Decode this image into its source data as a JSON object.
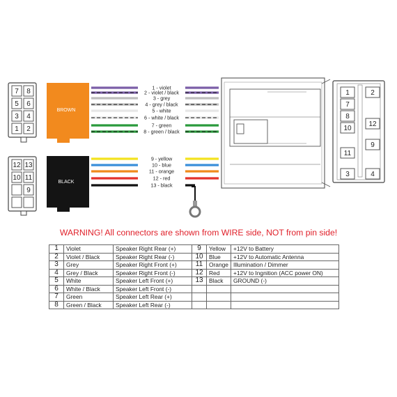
{
  "colors": {
    "violet": "#7b5ea7",
    "grey": "#bdbdbd",
    "white": "#e6e6e6",
    "green": "#2a9a3c",
    "yellow": "#f3e21f",
    "blue": "#3a8fd9",
    "orange": "#f08a1c",
    "red": "#e4322b",
    "black": "#111111",
    "brown_connector": "#f28a1e",
    "warning": "#e0202a"
  },
  "connectors": {
    "brown": {
      "label": "BROWN",
      "pins": [
        "7",
        "8",
        "5",
        "6",
        "3",
        "4",
        "1",
        "2"
      ]
    },
    "black": {
      "label": "BLACK",
      "pins": [
        "12",
        "13",
        "10",
        "11",
        "",
        "9",
        "",
        ""
      ]
    },
    "adapter_pins": [
      "1",
      "2",
      "7",
      "8",
      "10",
      "12",
      "9",
      "11",
      "3",
      "4"
    ]
  },
  "wires": [
    {
      "label": "1 - violet",
      "color": "violet",
      "stripe": ""
    },
    {
      "label": "2 - violet / black",
      "color": "violet",
      "stripe": "black"
    },
    {
      "label": "3 - grey",
      "color": "grey",
      "stripe": ""
    },
    {
      "label": "4 - grey / black",
      "color": "grey",
      "stripe": "black"
    },
    {
      "label": "5 - white",
      "color": "white",
      "stripe": ""
    },
    {
      "label": "6 - white / black",
      "color": "white",
      "stripe": "black"
    },
    {
      "label": "7 - green",
      "color": "green",
      "stripe": ""
    },
    {
      "label": "8 - green / black",
      "color": "green",
      "stripe": "black"
    },
    {
      "label": "9 - yellow",
      "color": "yellow",
      "stripe": ""
    },
    {
      "label": "10 - blue",
      "color": "blue",
      "stripe": ""
    },
    {
      "label": "11 - orange",
      "color": "orange",
      "stripe": ""
    },
    {
      "label": "12 - red",
      "color": "red",
      "stripe": ""
    },
    {
      "label": "13 - black",
      "color": "black",
      "stripe": ""
    }
  ],
  "warning": "WARNING! All connectors are shown from WIRE side, NOT from pin side!",
  "table": {
    "rows": [
      {
        "n": "1",
        "c": "Violet",
        "f": "Speaker Right Rear (+)",
        "n2": "9",
        "c2": "Yellow",
        "f2": "+12V to Battery"
      },
      {
        "n": "2",
        "c": "Violet / Black",
        "f": "Speaker Right Rear (-)",
        "n2": "10",
        "c2": "Blue",
        "f2": "+12V to Automatic Antenna"
      },
      {
        "n": "3",
        "c": "Grey",
        "f": "Speaker Right Front (+)",
        "n2": "11",
        "c2": "Orange",
        "f2": "Illumination / Dimmer"
      },
      {
        "n": "4",
        "c": "Grey / Black",
        "f": "Speaker Right Front (-)",
        "n2": "12",
        "c2": "Red",
        "f2": "+12V to Ingnition (ACC power ON)"
      },
      {
        "n": "5",
        "c": "White",
        "f": "Speaker Left Front (+)",
        "n2": "13",
        "c2": "Black",
        "f2": "GROUND (-)"
      },
      {
        "n": "6",
        "c": "White / Black",
        "f": "Speaker Left Front (-)",
        "n2": "",
        "c2": "",
        "f2": ""
      },
      {
        "n": "7",
        "c": "Green",
        "f": "Speaker Left Rear (+)",
        "n2": "",
        "c2": "",
        "f2": ""
      },
      {
        "n": "8",
        "c": "Green / Black",
        "f": "Speaker Left Rear (-)",
        "n2": "",
        "c2": "",
        "f2": ""
      }
    ]
  }
}
